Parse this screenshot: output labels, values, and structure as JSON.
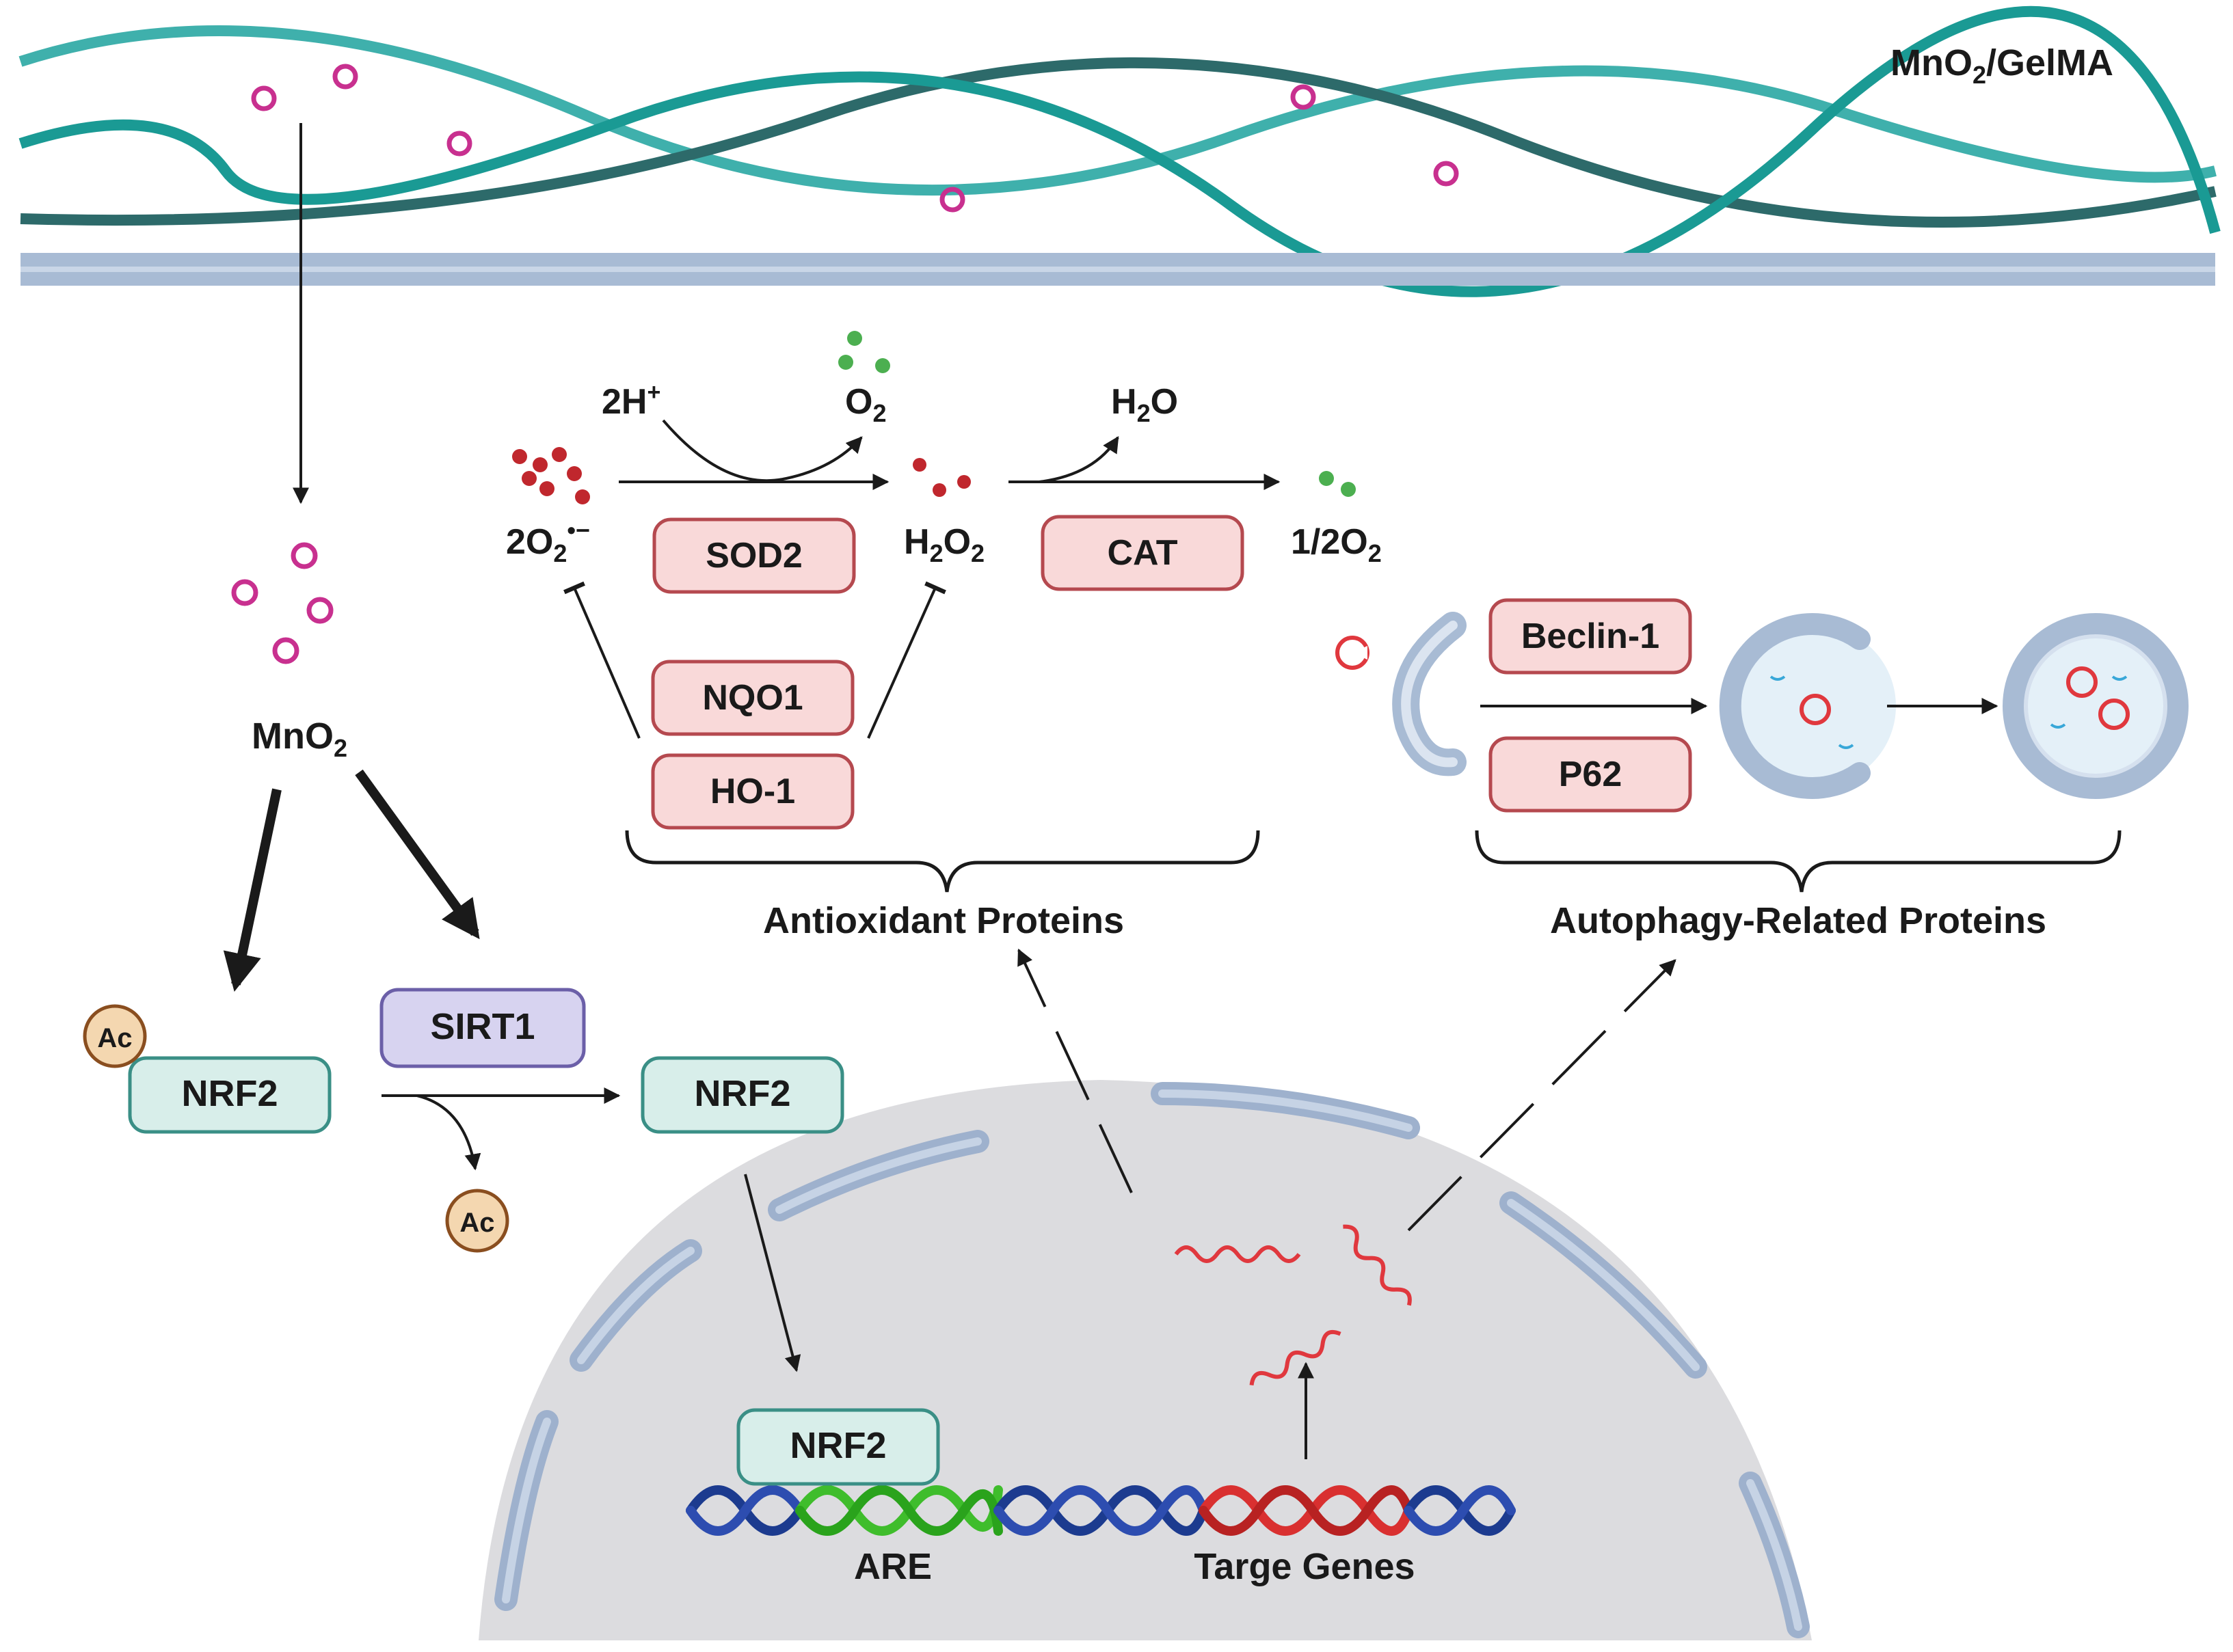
{
  "labels": {
    "gelma_mno": "MnO",
    "gelma_sub": "2",
    "gelma_rest": "/GelMA",
    "mno2_mn": "MnO",
    "mno2_sub": "2",
    "h_plus_base": "2H",
    "h_plus_sup": "+",
    "o2_base": "O",
    "o2_sub": "2",
    "h2o_h": "H",
    "h2o_sub": "2",
    "h2o_o": "O",
    "superoxide_2o": "2O",
    "superoxide_sub": "2",
    "superoxide_sup": "•−",
    "h2o2_h": "H",
    "h2o2_sub1": "2",
    "h2o2_o": "O",
    "h2o2_sub2": "2",
    "half_o2_base": "1/2O",
    "half_o2_sub": "2",
    "antioxidant_heading": "Antioxidant Proteins",
    "autophagy_heading": "Autophagy-Related Proteins",
    "are_label": "ARE",
    "target_genes_label": "Targe Genes"
  },
  "proteins": {
    "sod2": "SOD2",
    "cat": "CAT",
    "nqo1": "NQO1",
    "ho1": "HO-1",
    "beclin1": "Beclin-1",
    "p62": "P62",
    "sirt1": "SIRT1",
    "nrf2_acetylated": "NRF2",
    "nrf2_deacetylated": "NRF2",
    "nrf2_dna": "NRF2",
    "acetyl_top": "Ac",
    "acetyl_released": "Ac"
  },
  "colors": {
    "teal_fiber": "#1a9a94",
    "dark_fiber": "#2d6a6a",
    "light_fiber": "#3fb0ac",
    "mno2_particle": "#c8308f",
    "membrane": "#a8bbd4",
    "red_box_fill": "#f9d9d9",
    "red_box_stroke": "#b5494f",
    "teal_box_fill": "#d8eeea",
    "teal_box_stroke": "#3a8f86",
    "sirt1_fill": "#d7d3f0",
    "sirt1_stroke": "#6b5fa8",
    "ac_fill": "#f4d7b0",
    "ac_stroke": "#8a4e1f",
    "ros_red": "#c0272d",
    "oxygen_green": "#4caf50",
    "nucleus_fill": "#dcdcdf",
    "dna_blue": "#1c3b8f",
    "dna_green": "#3fbd2c",
    "dna_red": "#d93030"
  }
}
